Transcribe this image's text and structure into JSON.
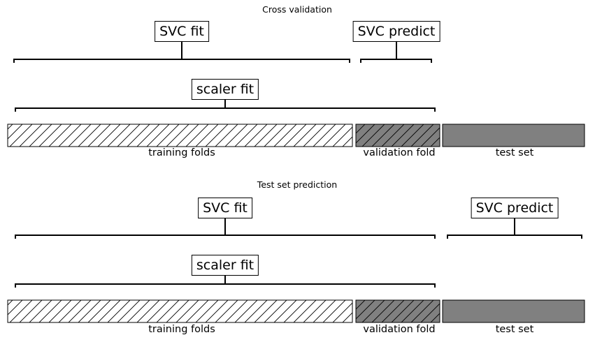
{
  "panels": [
    {
      "title": "Cross validation",
      "upper_brackets": [
        {
          "label": "SVC fit"
        },
        {
          "label": "SVC predict"
        }
      ],
      "lower_bracket": {
        "label": "scaler fit"
      },
      "segments": [
        {
          "label": "training folds",
          "style": "hatch-white"
        },
        {
          "label": "validation fold",
          "style": "hatch-grey"
        },
        {
          "label": "test set",
          "style": "grey"
        }
      ]
    },
    {
      "title": "Test set prediction",
      "upper_brackets": [
        {
          "label": "SVC fit"
        },
        {
          "label": "SVC predict"
        }
      ],
      "lower_bracket": {
        "label": "scaler fit"
      },
      "segments": [
        {
          "label": "training folds",
          "style": "hatch-white"
        },
        {
          "label": "validation fold",
          "style": "hatch-grey"
        },
        {
          "label": "test set",
          "style": "grey"
        }
      ]
    }
  ],
  "colors": {
    "grey": "#808080",
    "line": "#000000",
    "hatch_bg": "#ffffff"
  }
}
